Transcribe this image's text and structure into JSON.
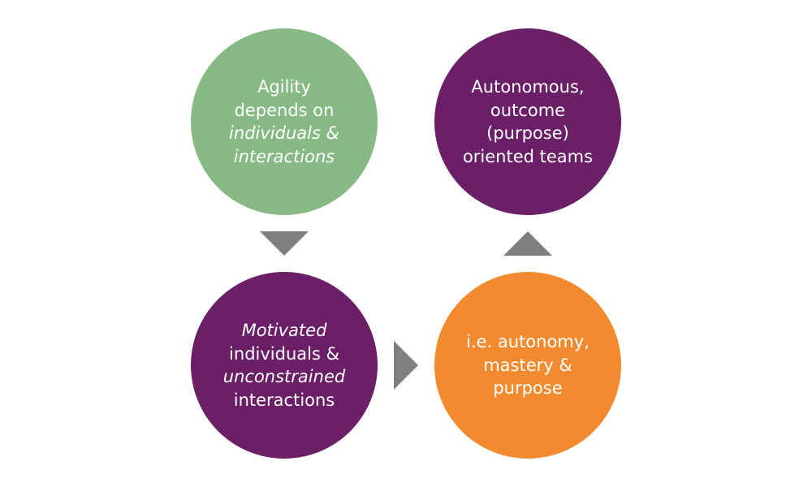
{
  "colors": {
    "green": "#86b983",
    "purple": "#6b1f66",
    "orange": "#f28a30",
    "arrow": "#7f7f7f",
    "text": "#ffffff"
  },
  "nodes": {
    "agility": {
      "lines": [
        "Agility",
        "depends on",
        "individuals &",
        "interactions"
      ],
      "italic_lines": [
        2,
        3
      ]
    },
    "autonomous": {
      "lines": [
        "Autonomous,",
        "outcome",
        "(purpose)",
        "oriented teams"
      ]
    },
    "motivated": {
      "lines": [
        "Motivated",
        "individuals &",
        "unconstrained",
        "interactions"
      ],
      "italic_lines": [
        0,
        2
      ]
    },
    "autonomy": {
      "lines": [
        "i.e. autonomy,",
        "mastery &",
        "purpose"
      ]
    }
  },
  "arrows": [
    {
      "from": "agility",
      "to": "motivated",
      "direction": "down"
    },
    {
      "from": "motivated",
      "to": "autonomy",
      "direction": "right"
    },
    {
      "from": "autonomy",
      "to": "autonomous",
      "direction": "up"
    }
  ]
}
